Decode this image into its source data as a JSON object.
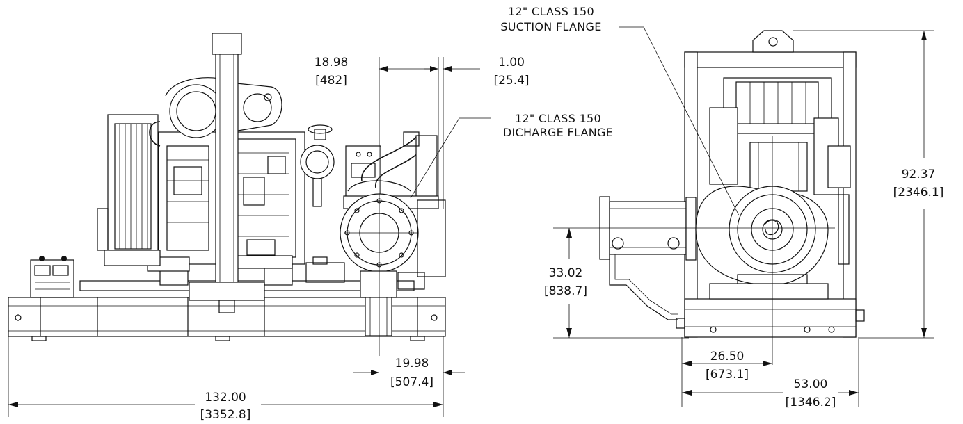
{
  "dimensions": {
    "overall_length": {
      "value": "132.00",
      "metric": "[3352.8]"
    },
    "suction_to_edge": {
      "value": "18.98",
      "metric": "[482]"
    },
    "flange_thickness": {
      "value": "1.00",
      "metric": "[25.4]"
    },
    "discharge_offset": {
      "value": "19.98",
      "metric": "[507.4]"
    },
    "overall_height": {
      "value": "92.37",
      "metric": "[2346.1]"
    },
    "centerline_height": {
      "value": "33.02",
      "metric": "[838.7]"
    },
    "half_width": {
      "value": "26.50",
      "metric": "[673.1]"
    },
    "overall_width": {
      "value": "53.00",
      "metric": "[1346.2]"
    }
  },
  "callouts": {
    "discharge": {
      "line1": "12\" CLASS 150",
      "line2": "DICHARGE FLANGE"
    },
    "suction": {
      "line1": "12\" CLASS 150",
      "line2": "SUCTION FLANGE"
    }
  }
}
